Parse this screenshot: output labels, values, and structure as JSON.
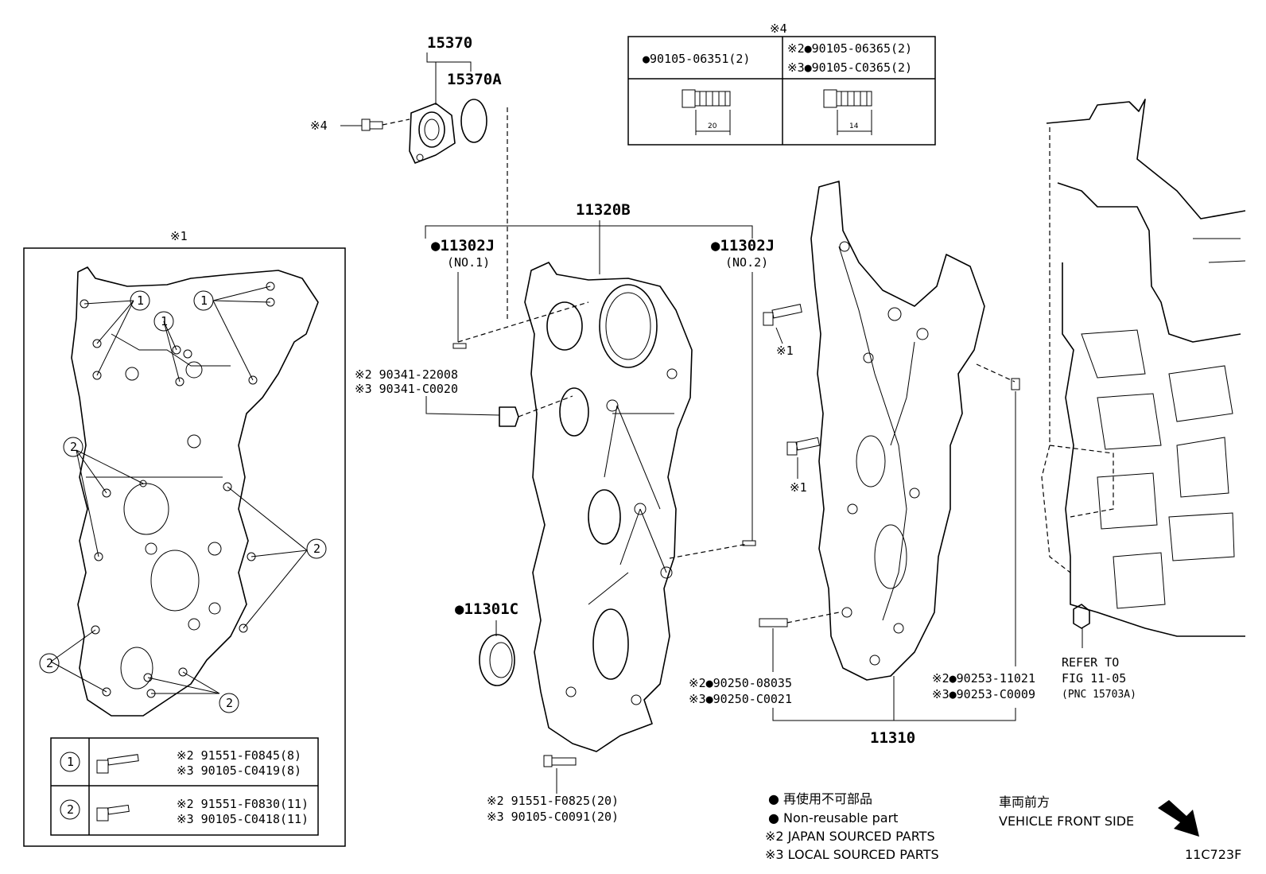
{
  "callouts": {
    "p15370": "15370",
    "p15370a": "15370A",
    "note4_bolt": "※4",
    "p11320b": "11320B",
    "pin_no1_num": "●11302J",
    "pin_no1_sub": "(NO.1)",
    "pin_no2_num": "●11302J",
    "pin_no2_sub": "(NO.2)",
    "plug_jp": "※2 90341-22008",
    "plug_local": "※3 90341-C0020",
    "seal": "●11301C",
    "bolt_bottom_jp": "※2 91551-F0825(20)",
    "bolt_bottom_local": "※3 90105-C0091(20)",
    "bolt1_a": "※1",
    "bolt1_b": "※1",
    "dowel_left_jp": "※2●90250-08035",
    "dowel_left_local": "※3●90250-C0021",
    "dowel_right_jp": "※2●90253-11021",
    "dowel_right_local": "※3●90253-C0009",
    "p11310": "11310",
    "refer_1": "REFER TO",
    "refer_2": "FIG 11-05",
    "refer_3": "(PNC 15703A)"
  },
  "bolt_table": {
    "header": "※4",
    "left_part": "●90105-06351(2)",
    "right_jp": "※2●90105-06365(2)",
    "right_local": "※3●90105-C0365(2)",
    "left_len": "20",
    "right_len": "14"
  },
  "inset": {
    "header": "※1",
    "marker1": "1",
    "marker2": "2",
    "row1_num": "1",
    "row1_jp": "※2 91551-F0845(8)",
    "row1_local": "※3 90105-C0419(8)",
    "row2_num": "2",
    "row2_jp": "※2 91551-F0830(11)",
    "row2_local": "※3 90105-C0418(11)"
  },
  "legend": {
    "nonreusable_jp": "● 再使用不可部品",
    "nonreusable_en": "● Non-reusable part",
    "japan": "※2 JAPAN SOURCED PARTS",
    "local": "※3 LOCAL SOURCED PARTS",
    "front_jp": "車両前方",
    "front_en": "VEHICLE FRONT SIDE",
    "code": "11C723F"
  }
}
